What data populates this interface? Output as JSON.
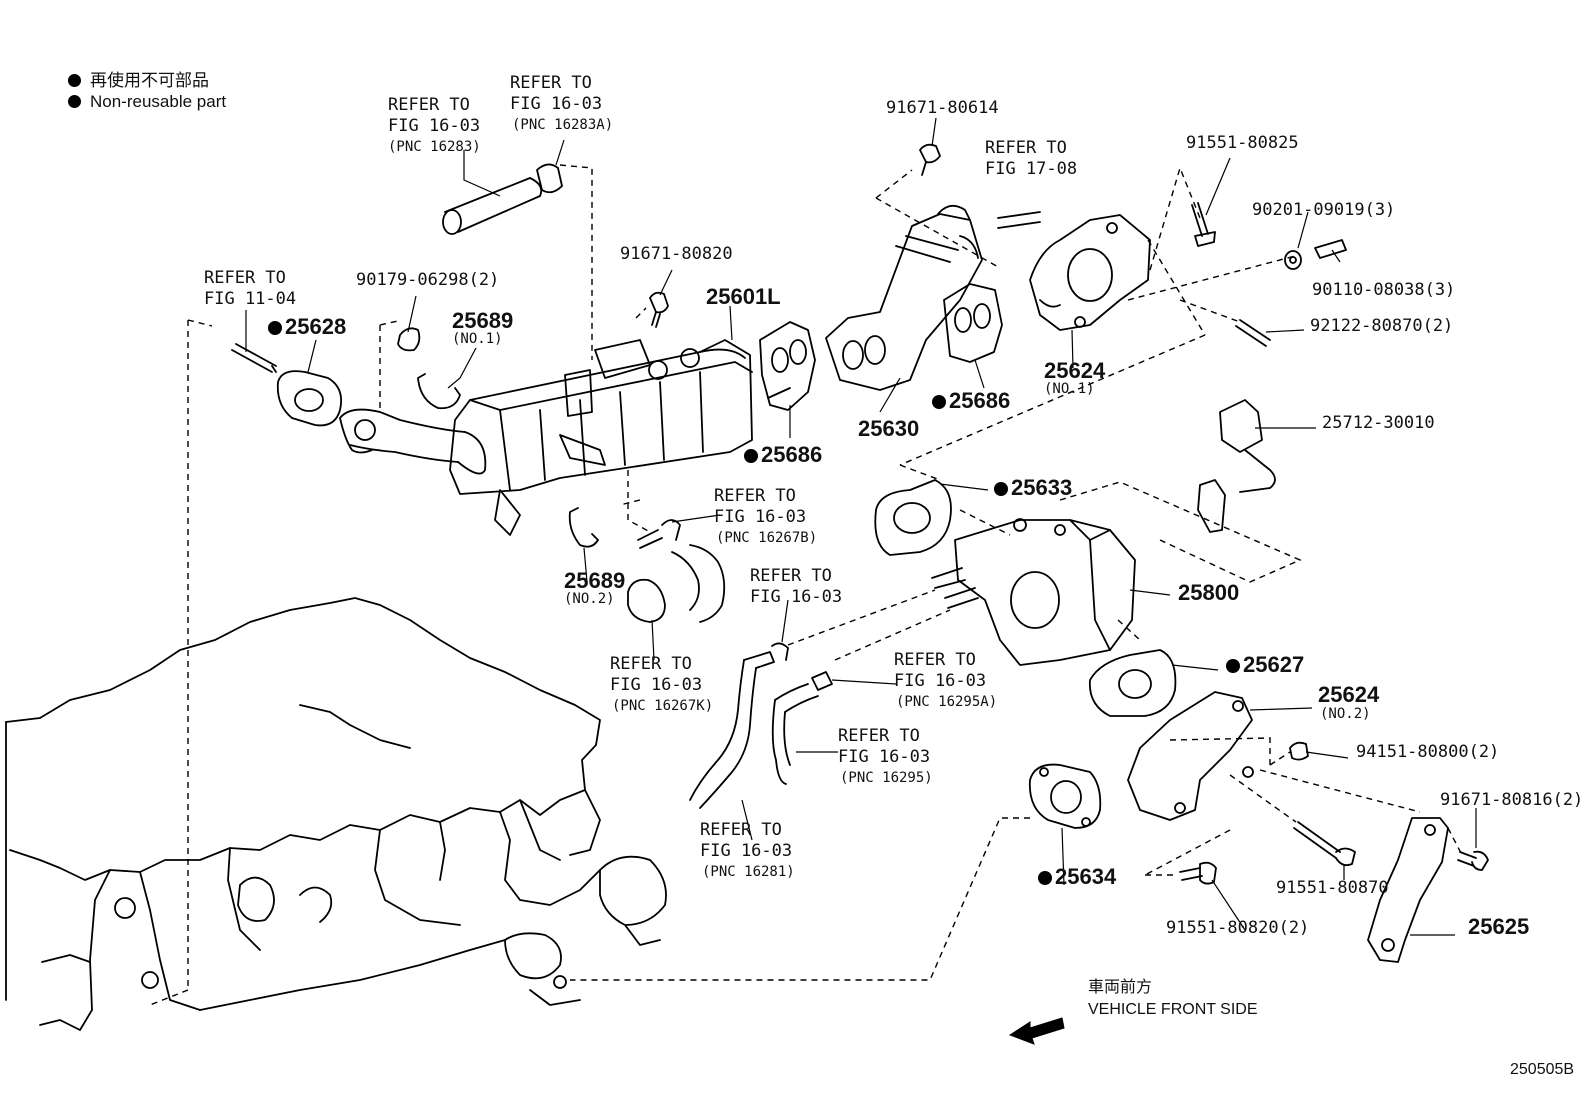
{
  "legend": {
    "jp": "再使用不可部品",
    "en": "Non-reusable part"
  },
  "refs": {
    "r1_a": "REFER TO",
    "r1_b": "FIG 16-03",
    "r1_c": "(PNC 16283)",
    "r2_a": "REFER TO",
    "r2_b": "FIG 16-03",
    "r2_c": "(PNC 16283A)",
    "r3_a": "REFER TO",
    "r3_b": "FIG 11-04",
    "r4_a": "REFER TO",
    "r4_b": "FIG 17-08",
    "r5_a": "REFER TO",
    "r5_b": "FIG 16-03",
    "r5_c": "(PNC 16267B)",
    "r6_a": "REFER TO",
    "r6_b": "FIG 16-03",
    "r7_a": "REFER TO",
    "r7_b": "FIG 16-03",
    "r7_c": "(PNC 16267K)",
    "r8_a": "REFER TO",
    "r8_b": "FIG 16-03",
    "r8_c": "(PNC 16295A)",
    "r9_a": "REFER TO",
    "r9_b": "FIG 16-03",
    "r9_c": "(PNC 16295)",
    "r10_a": "REFER TO",
    "r10_b": "FIG 16-03",
    "r10_c": "(PNC 16281)"
  },
  "parts": {
    "p25628": "25628",
    "p90179": "90179-06298(2)",
    "p25689_1": "25689",
    "p25689_1_sub": "(NO.1)",
    "p91671_80820": "91671-80820",
    "p25601L": "25601L",
    "p25686_a": "25686",
    "p25689_2": "25689",
    "p25689_2_sub": "(NO.2)",
    "p91671_80614": "91671-80614",
    "p25630": "25630",
    "p25686_b": "25686",
    "p91551_80825": "91551-80825",
    "p90201": "90201-09019(3)",
    "p90110": "90110-08038(3)",
    "p92122": "92122-80870(2)",
    "p25624_1": "25624",
    "p25624_1_sub": "(NO.1)",
    "p25712": "25712-30010",
    "p25633": "25633",
    "p25800": "25800",
    "p25627": "25627",
    "p25624_2": "25624",
    "p25624_2_sub": "(NO.2)",
    "p94151": "94151-80800(2)",
    "p91671_80816": "91671-80816(2)",
    "p91551_80870": "91551-80870",
    "p25625": "25625",
    "p25634": "25634",
    "p91551_80820": "91551-80820(2)"
  },
  "direction": {
    "jp": "車両前方",
    "en": "VEHICLE FRONT SIDE"
  },
  "figure_code": "250505B"
}
